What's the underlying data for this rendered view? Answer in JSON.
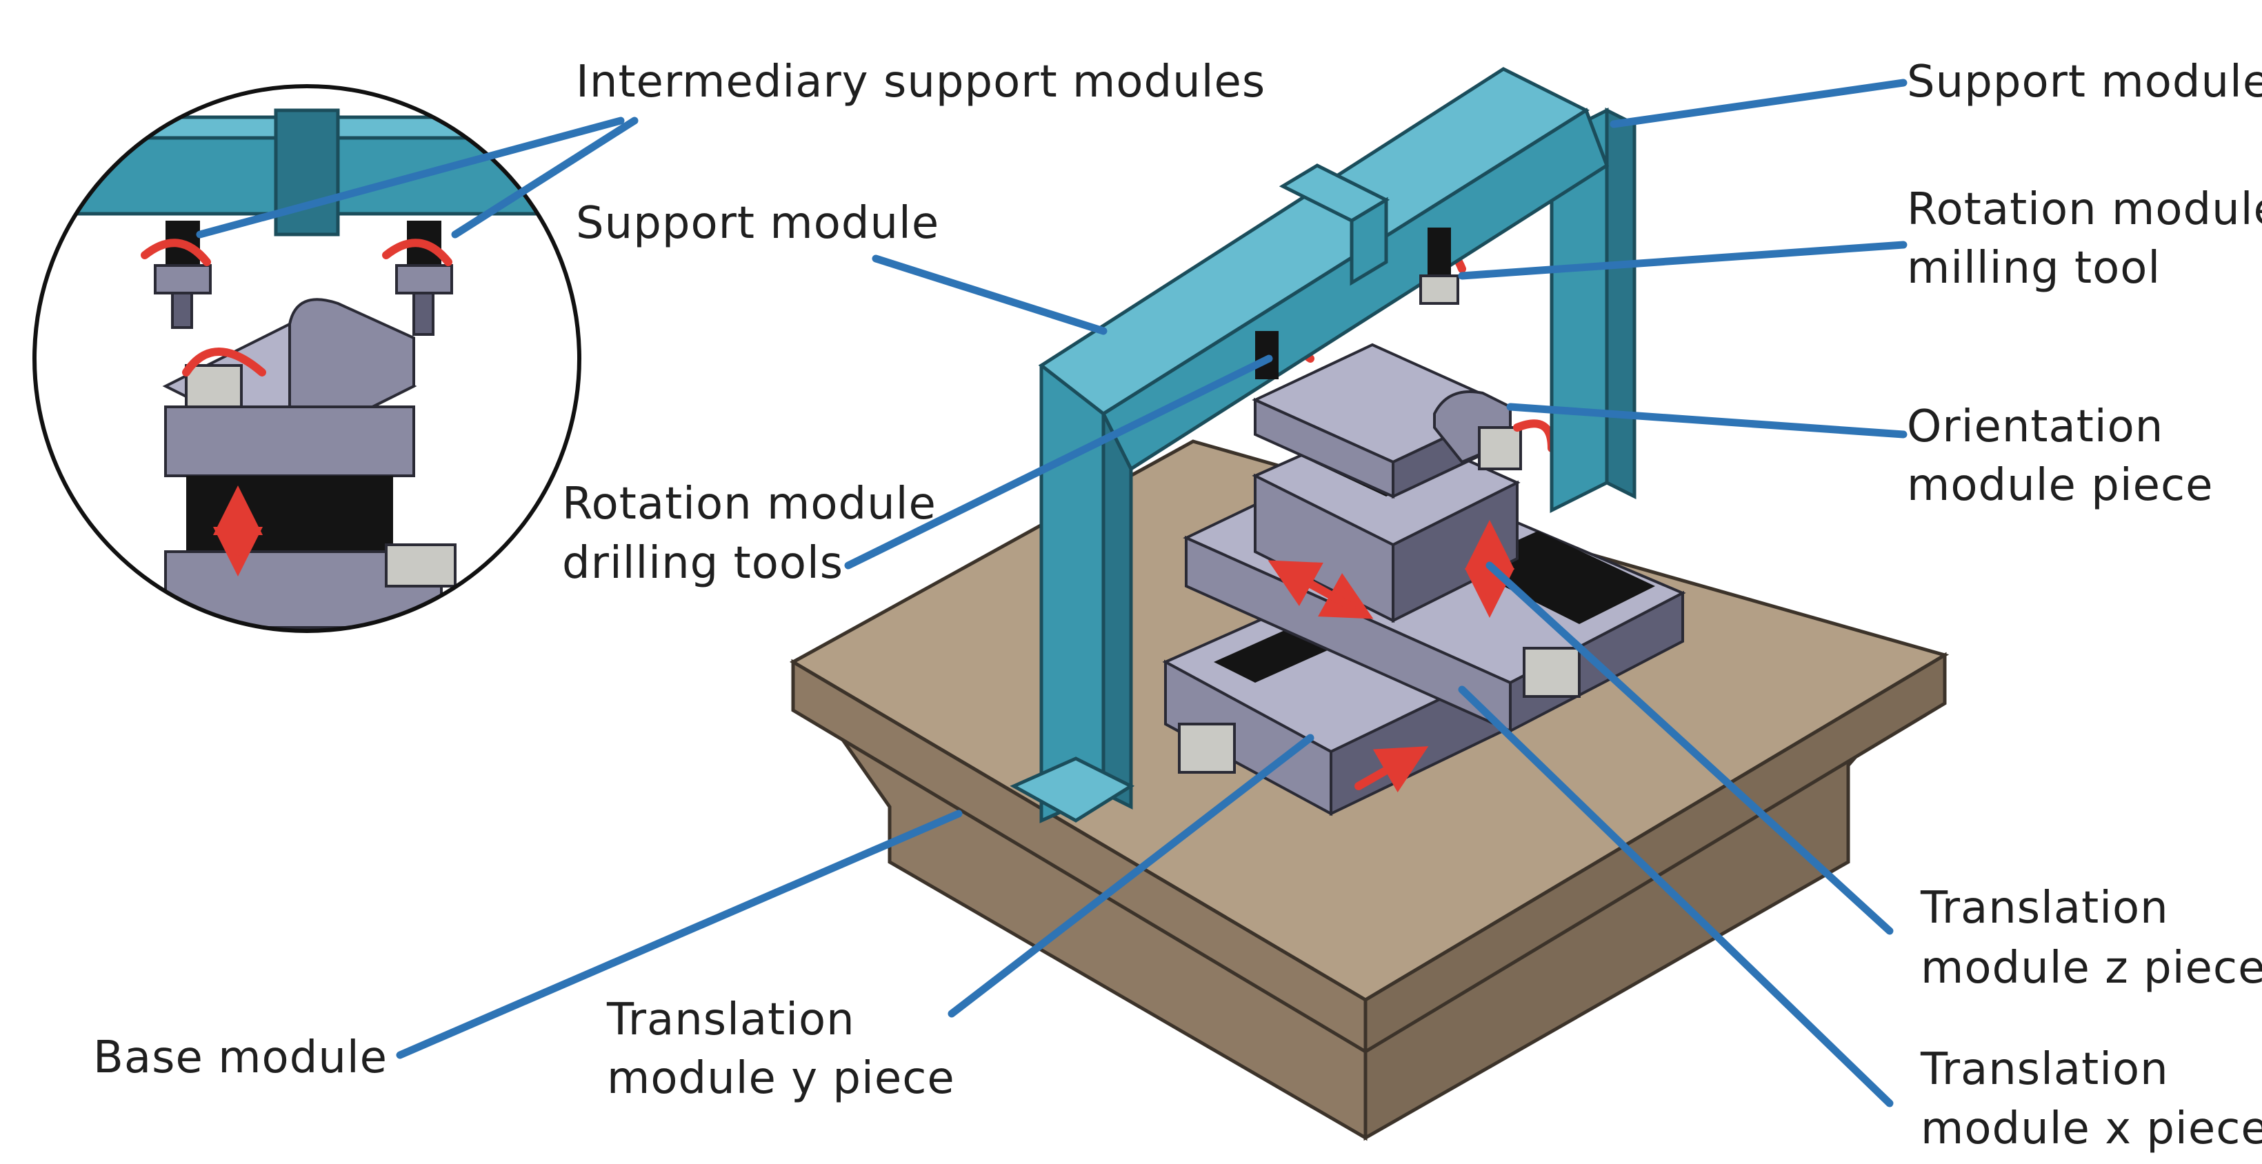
{
  "labels": {
    "intermediary_support": "Intermediary support modules",
    "support_module_top_right": "Support module",
    "support_module_center": "Support module",
    "rotation_milling_1": "Rotation module",
    "rotation_milling_2": "milling tool",
    "orientation_1": "Orientation",
    "orientation_2": "module piece",
    "rotation_drilling_1": "Rotation module",
    "rotation_drilling_2": "drilling tools",
    "translation_z_1": "Translation",
    "translation_z_2": "module z piece",
    "translation_y_1": "Translation",
    "translation_y_2": "module y piece",
    "translation_x_1": "Translation",
    "translation_x_2": "module x piece",
    "base_module": "Base module"
  },
  "colors": {
    "leader_line": "#2e74b5",
    "support_frame": "#3a97ad",
    "base_plate": "#b39f86",
    "motion_arrows": "#e23b32"
  }
}
